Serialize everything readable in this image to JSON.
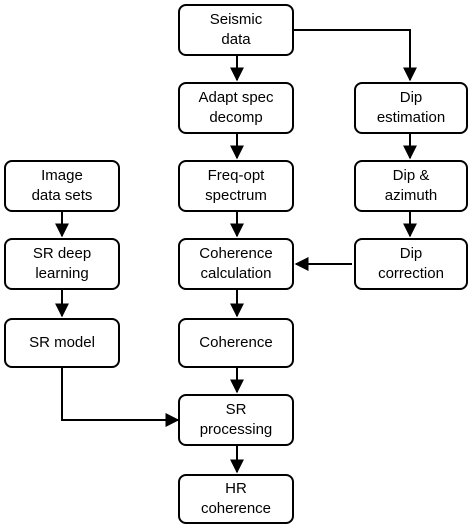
{
  "nodes": {
    "seismic_data": {
      "line1": "Seismic",
      "line2": "data"
    },
    "adapt_spec": {
      "line1": "Adapt spec",
      "line2": "decomp"
    },
    "freq_opt": {
      "line1": "Freq-opt",
      "line2": "spectrum"
    },
    "coherence_calc": {
      "line1": "Coherence",
      "line2": "calculation"
    },
    "coherence": {
      "line1": "Coherence"
    },
    "sr_processing": {
      "line1": "SR",
      "line2": "processing"
    },
    "hr_coherence": {
      "line1": "HR",
      "line2": "coherence"
    },
    "image_data_sets": {
      "line1": "Image",
      "line2": "data sets"
    },
    "sr_deep_learning": {
      "line1": "SR deep",
      "line2": "learning"
    },
    "sr_model": {
      "line1": "SR model"
    },
    "dip_estimation": {
      "line1": "Dip",
      "line2": "estimation"
    },
    "dip_azimuth": {
      "line1": "Dip &",
      "line2": "azimuth"
    },
    "dip_correction": {
      "line1": "Dip",
      "line2": "correction"
    }
  },
  "colors": {
    "stroke": "#000000",
    "fill": "#ffffff",
    "text": "#000000"
  }
}
